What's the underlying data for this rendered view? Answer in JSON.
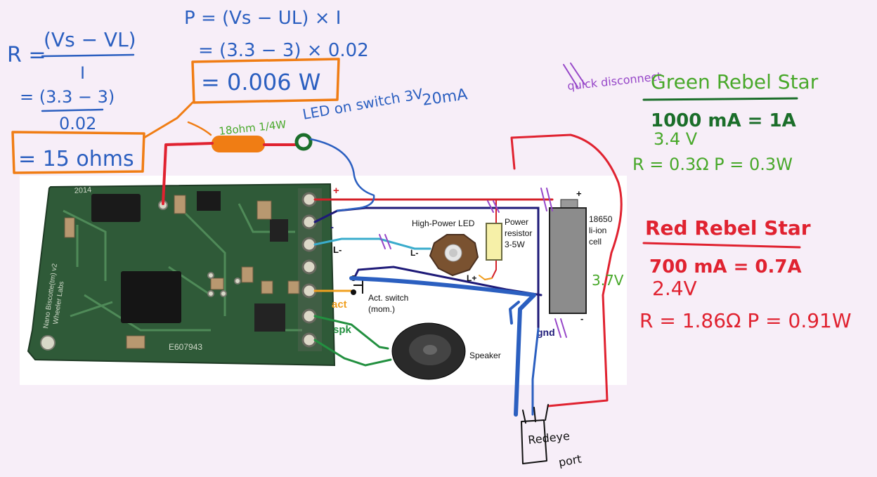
{
  "calc": {
    "r_formula_left": "R =",
    "r_numerator": "(Vs − VL)",
    "r_denominator": "I",
    "r_subst_numerator": "= (3.3 − 3)",
    "r_subst_denominator": "0.02",
    "r_result": "= 15 ohms",
    "p_formula": "P = (Vs − UL) × I",
    "p_subst": "= (3.3 − 3) × 0.02",
    "p_result": "= 0.006 W",
    "resistor_note": "18ohm 1/4W",
    "led_switch_note": "LED on switch 3V",
    "led_current_note": "20mA"
  },
  "notes": {
    "quick_disconnect": "quick disconnect",
    "green_title": "Green Rebel Star",
    "green_current": "1000 mA = 1A",
    "green_voltage": "3.4 V",
    "green_calc": "R = 0.3Ω  P = 0.3W",
    "red_title": "Red Rebel Star",
    "red_current": "700 mA = 0.7A",
    "red_voltage": "2.4V",
    "red_calc": "R = 1.86Ω  P = 0.91W",
    "cell_voltage": "3.7V",
    "port_label_1": "Redeye",
    "port_label_2": "port"
  },
  "diagram": {
    "board_year": "2014",
    "board_name": "Nano Biscotte(tm) v2",
    "board_maker": "Wheeler Labs",
    "board_serial": "E607943",
    "pin_plus": "+",
    "pin_minus": "-",
    "pin_l1": "L-",
    "pin_act": "act",
    "pin_spk": "spk",
    "led_title": "High-Power LED",
    "led_lminus": "L-",
    "led_lplus": "L+",
    "resistor_title_1": "Power",
    "resistor_title_2": "resistor",
    "resistor_title_3": "3-5W",
    "cell_1": "18650",
    "cell_2": "li-ion",
    "cell_3": "cell",
    "cell_plus": "+",
    "cell_minus": "-",
    "switch_1": "Act. switch",
    "switch_2": "(mom.)",
    "speaker": "Speaker",
    "gnd": "gnd"
  },
  "colors": {
    "blue_ink": "#2b5fc0",
    "orange_ink": "#f07d14",
    "green_ink": "#48a82a",
    "red_ink": "#e02230",
    "purple_ink": "#9646c8",
    "dark_green_ink": "#1b6e2a",
    "board_green": "#2f5a38",
    "wire_red": "#d42028",
    "wire_navy": "#1e1a78",
    "wire_cyan": "#3aaccc",
    "wire_orange": "#f0a020",
    "wire_green": "#239040"
  }
}
